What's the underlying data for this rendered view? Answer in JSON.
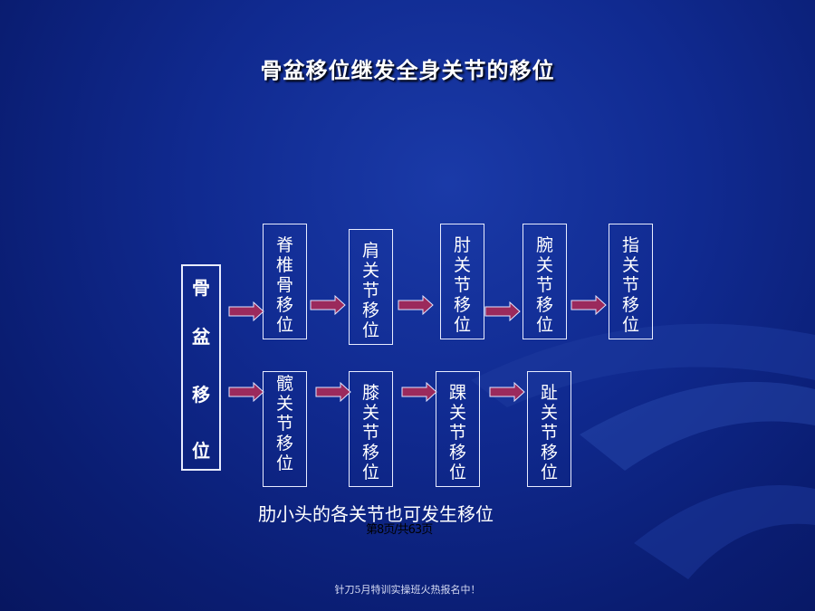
{
  "title": "骨盆移位继发全身关节的移位",
  "main_node": {
    "chars": [
      "骨",
      "盆",
      "移",
      "位"
    ]
  },
  "row_top": [
    {
      "label": "脊椎骨移位"
    },
    {
      "label": "肩关节移位"
    },
    {
      "label": "肘关节移位"
    },
    {
      "label": "腕关节移位"
    },
    {
      "label": "指关节移位"
    }
  ],
  "row_bottom": [
    {
      "label": "髋关节移位"
    },
    {
      "label": "膝关节移位"
    },
    {
      "label": "踝关节移位"
    },
    {
      "label": "趾关节移位"
    }
  ],
  "note": "肋小头的各关节也可发生移位",
  "pager": "第8页/共63页",
  "footer": "针刀5月特训实操班火热报名中！",
  "colors": {
    "background": "#102a90",
    "arrow_fill": "#9b2a5c",
    "arrow_stroke": "#e3e6ff",
    "box_border": "#e8ecff"
  }
}
